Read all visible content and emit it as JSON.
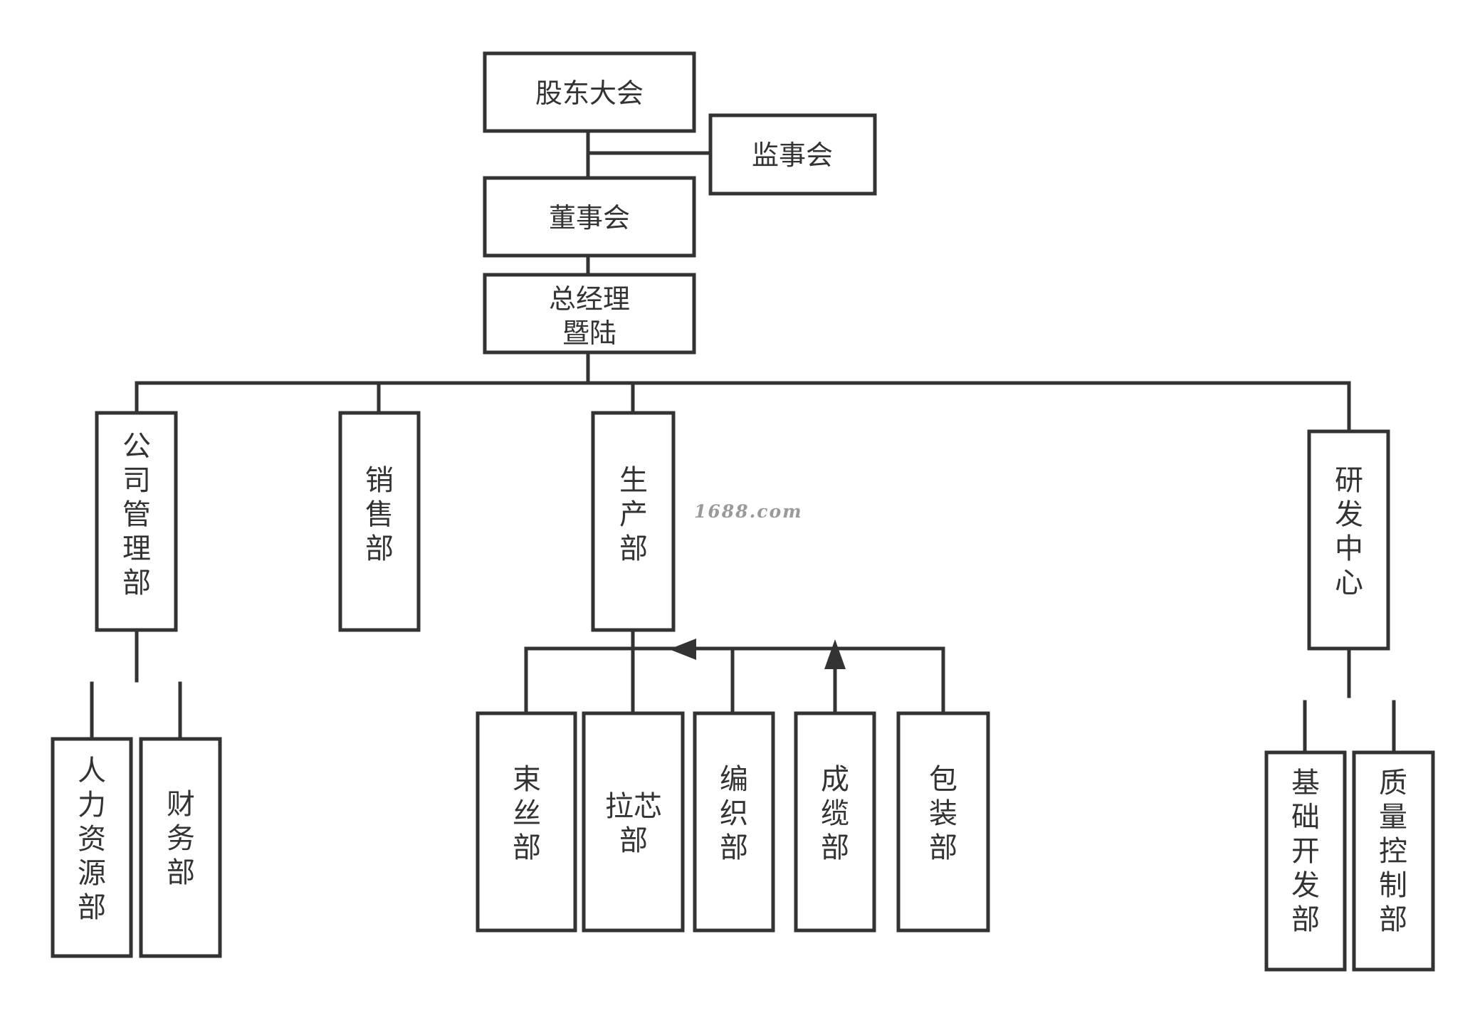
{
  "nodes": {
    "shareholders": "股东大会",
    "supervisors": "监事会",
    "board": "董事会",
    "gm": [
      "总经理",
      "暨陆"
    ],
    "company_mgmt": "公司管理部",
    "sales": "销售部",
    "production": "生产部",
    "rnd": "研发中心",
    "hr": "人力资源部",
    "finance": "财务部",
    "wire_bundle": "束丝部",
    "core_pull": "拉芯部",
    "braiding": "编织部",
    "cabling": "成缆部",
    "packaging": "包装部",
    "basic_dev": "基础开发部",
    "quality": "质量控制部"
  },
  "watermark": "1688.com",
  "colors": {
    "stroke": "#333333",
    "text": "#333333",
    "background": "#ffffff",
    "watermark": "#9a9a9a"
  }
}
